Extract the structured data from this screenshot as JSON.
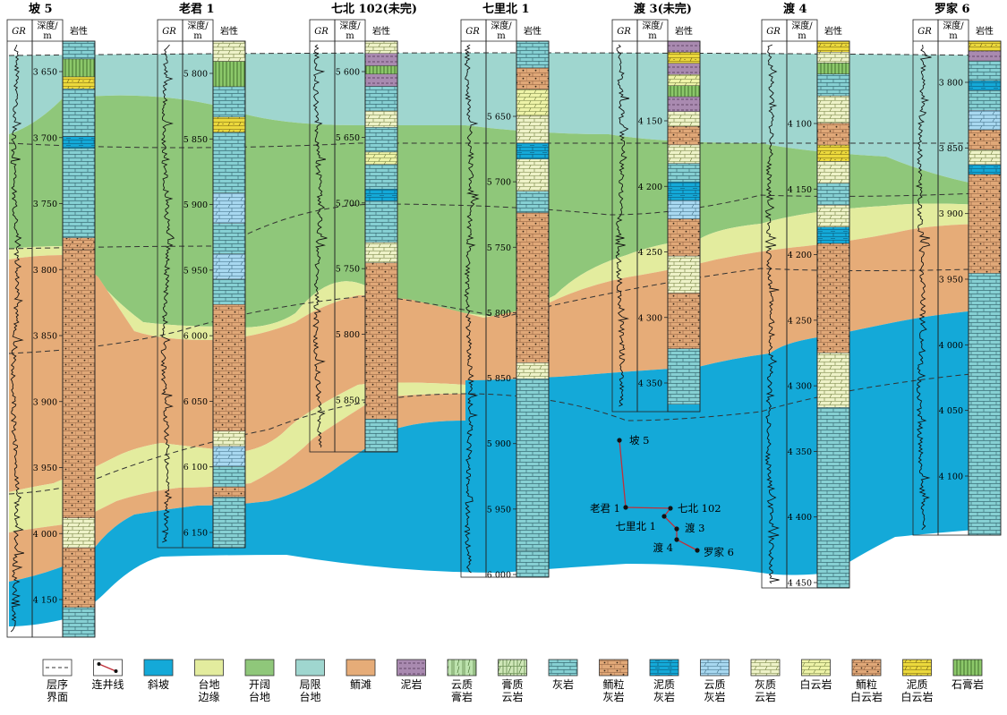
{
  "wells": [
    {
      "name": "坡 5",
      "depths": [
        "3 650",
        "3 700",
        "3 750",
        "3 800",
        "3 850",
        "3 900",
        "3 950",
        "4 000",
        "4 150"
      ]
    },
    {
      "name": "老君 1",
      "depths": [
        "5 800",
        "5 850",
        "5 900",
        "5 950",
        "6 000",
        "6 050",
        "6 100",
        "6 150"
      ]
    },
    {
      "name": "七北 102(未完)",
      "depths": [
        "5 600",
        "5 650",
        "5 700",
        "5 750",
        "5 800",
        "5 850"
      ]
    },
    {
      "name": "七里北 1",
      "depths": [
        "5 650",
        "5 700",
        "5 750",
        "5 800",
        "5 850",
        "5 900",
        "5 950",
        "6 000"
      ]
    },
    {
      "name": "渡 3(未完)",
      "depths": [
        "4 150",
        "4 200",
        "4 250",
        "4 300",
        "4 350"
      ]
    },
    {
      "name": "渡 4",
      "depths": [
        "4 100",
        "4 150",
        "4 200",
        "4 250",
        "4 300",
        "4 350",
        "4 400",
        "4 450"
      ]
    },
    {
      "name": "罗家 6",
      "depths": [
        "3 800",
        "3 850",
        "3 900",
        "3 950",
        "4 000",
        "4 050",
        "4 100"
      ]
    }
  ],
  "column_headers": {
    "gr": "GR",
    "depth": "深度/\nm",
    "lith": "岩性"
  },
  "zones": [
    {
      "key": "local_platform",
      "color": "#9fd6cf"
    },
    {
      "key": "open_platform",
      "color": "#8fc77a"
    },
    {
      "key": "platform_margin",
      "color": "#e3ec9e"
    },
    {
      "key": "oolite_shoal",
      "color": "#e6ac78"
    },
    {
      "key": "slope",
      "color": "#14a9d8"
    }
  ],
  "map_inset": {
    "labels": [
      "坡 5",
      "老君 1",
      "七北 102",
      "七里北 1",
      "渡 3",
      "渡 4",
      "罗家 6"
    ]
  },
  "legend": [
    {
      "label": "层序\n界面",
      "kind": "dashline"
    },
    {
      "label": "连井线",
      "kind": "tieline"
    },
    {
      "label": "斜坡",
      "kind": "fill",
      "color": "#14a9d8"
    },
    {
      "label": "台地\n边缘",
      "kind": "fill",
      "color": "#e3ec9e"
    },
    {
      "label": "开阔\n台地",
      "kind": "fill",
      "color": "#8fc77a"
    },
    {
      "label": "局限\n台地",
      "kind": "fill",
      "color": "#9fd6cf"
    },
    {
      "label": "鲕滩",
      "kind": "fill",
      "color": "#e6ac78"
    },
    {
      "label": "泥岩",
      "kind": "mudstone",
      "color": "#a98ab0"
    },
    {
      "label": "云质\n膏岩",
      "kind": "dolgyp",
      "color": "#bde3ae"
    },
    {
      "label": "膏质\n云岩",
      "kind": "gypdol",
      "color": "#cfe7b8"
    },
    {
      "label": "灰岩",
      "kind": "limestone",
      "color": "#86d0d3"
    },
    {
      "label": "鲕粒\n灰岩",
      "kind": "oolimestone",
      "color": "#e0a878"
    },
    {
      "label": "泥质\n灰岩",
      "kind": "marlylime",
      "color": "#14a9d8"
    },
    {
      "label": "云质\n灰岩",
      "kind": "dollime",
      "color": "#a8d8f0"
    },
    {
      "label": "灰质\n云岩",
      "kind": "limedol",
      "color": "#eef2c8"
    },
    {
      "label": "白云岩",
      "kind": "dolomite",
      "color": "#eef3a8"
    },
    {
      "label": "鲕粒\n白云岩",
      "kind": "oolidol",
      "color": "#e0a878"
    },
    {
      "label": "泥质\n白云岩",
      "kind": "marlydol",
      "color": "#ecd93c"
    },
    {
      "label": "石膏岩",
      "kind": "gypsum",
      "color": "#8cc86a"
    }
  ]
}
